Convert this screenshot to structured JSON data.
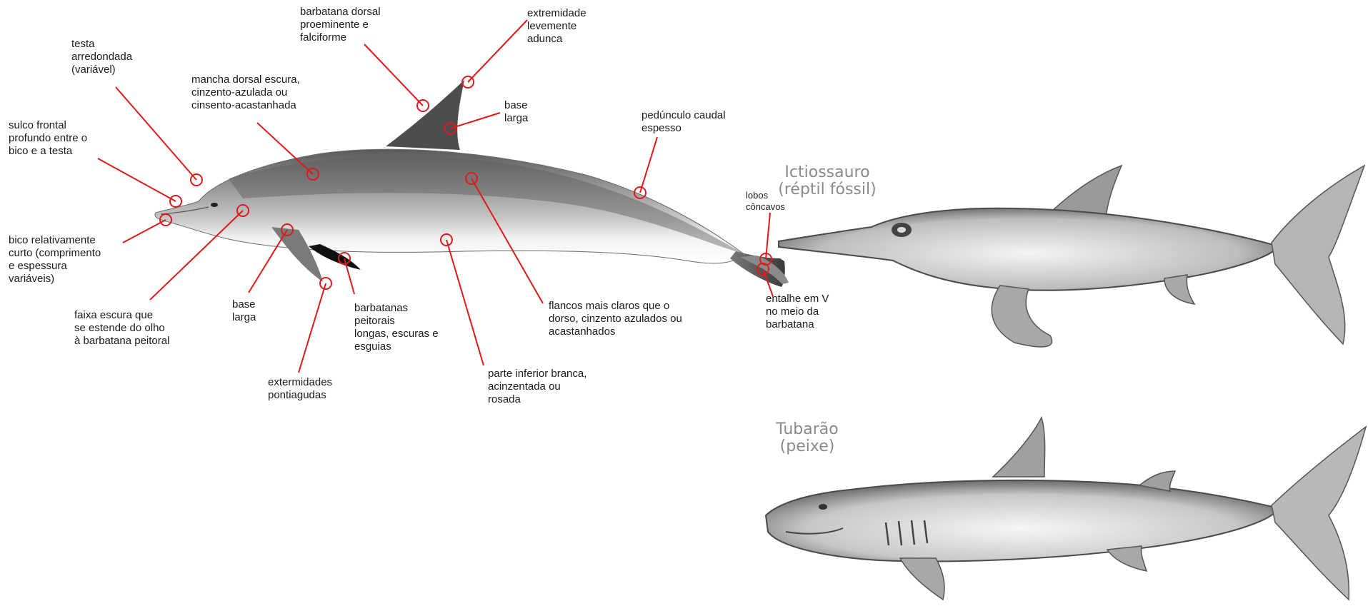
{
  "diagram": {
    "dolphin_labels": {
      "dorsal_fin": "barbatana dorsal\nproeminente e\nfalciforme",
      "fin_tip": "extremidade\nlevemente\nadunca",
      "forehead": "testa\narredondada\n(variável)",
      "dorsal_patch": "mancha dorsal escura,\ncinzento-azulada ou\ncinsento-acastanhada",
      "dorsal_base": "base\nlarga",
      "peduncle": "pedúnculo caudal\nespesso",
      "frontal_groove": "sulco frontal\nprofundo entre o\nbico e a testa",
      "beak": "bico relativamente\ncurto (comprimento\ne espessura\nvariáveis)",
      "eye_stripe": "faixa escura que\nse estende do olho\nà barbatana peitoral",
      "pectoral_base": "base\nlarga",
      "pectoral_fins": "barbatanas\npeitorais\nlongas, escuras e\nesguias",
      "pectoral_tips": "extermidades\npontiagudas",
      "underside": "parte inferior branca,\nacinzentada ou\nrosada",
      "flanks": "flancos mais claros que o\ndorso, cinzento azulados ou\nacastanhados",
      "tail_lobes": "lobos\ncôncavos",
      "tail_notch": "entalhe em V\nno meio da\nbarbatana"
    },
    "ichthyosaur_title": "Ictiossauro\n(réptil fóssil)",
    "shark_title": "Tubarão\n(peixe)"
  },
  "colors": {
    "callout": "#e01a1a",
    "text": "#1a1a1a",
    "dolphin_back": "#4a4a4a",
    "dolphin_belly": "#f2f2f2",
    "sketch": "#6e6e6e"
  }
}
